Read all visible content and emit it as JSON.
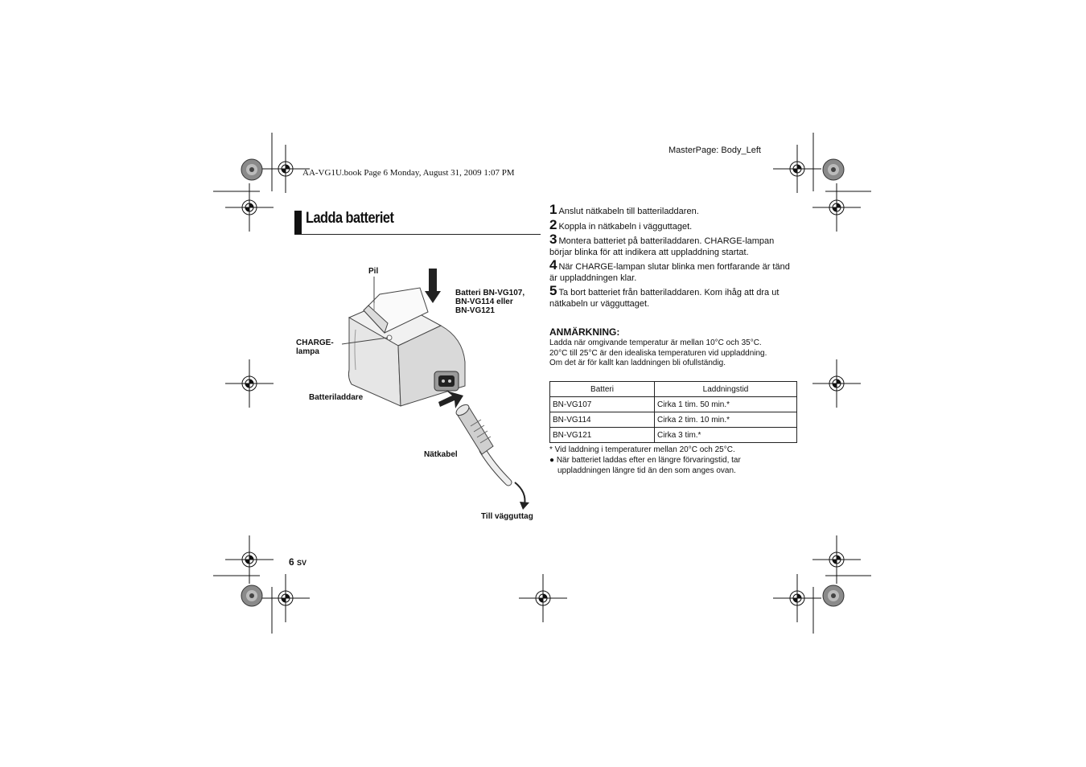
{
  "header": {
    "master_page": "MasterPage: Body_Left",
    "book_info": "AA-VG1U.book  Page 6  Monday, August 31, 2009  1:07 PM"
  },
  "section": {
    "title": "Ladda batteriet"
  },
  "figure": {
    "label_pil": "Pil",
    "label_battery": [
      "Batteri BN-VG107,",
      "BN-VG114 eller",
      "BN-VG121"
    ],
    "label_charge": [
      "CHARGE-",
      "lampa"
    ],
    "label_charger": "Batteriladdare",
    "label_cable": "Nätkabel",
    "label_outlet": "Till vägguttag"
  },
  "steps": [
    {
      "num": "1",
      "text": "Anslut nätkabeln till batteriladdaren."
    },
    {
      "num": "2",
      "text": "Koppla in nätkabeln i vägguttaget."
    },
    {
      "num": "3",
      "text": "Montera batteriet på batteriladdaren. CHARGE-lampan börjar blinka för att indikera att uppladdning startat."
    },
    {
      "num": "4",
      "text": "När CHARGE-lampan slutar blinka men fortfarande är tänd är uppladdningen klar."
    },
    {
      "num": "5",
      "text": "Ta bort batteriet från batteriladdaren. Kom ihåg att dra ut nätkabeln ur vägguttaget."
    }
  ],
  "note": {
    "heading": "ANMÄRKNING:",
    "lines": [
      "Ladda när omgivande temperatur är mellan 10°C och 35°C.",
      "20°C till 25°C är den idealiska temperaturen vid uppladdning.",
      "Om det är för kallt kan laddningen bli ofullständig."
    ]
  },
  "table": {
    "headers": [
      "Batteri",
      "Laddningstid"
    ],
    "rows": [
      [
        "BN-VG107",
        "Cirka 1 tim. 50 min.*"
      ],
      [
        "BN-VG114",
        "Cirka 2 tim. 10 min.*"
      ],
      [
        "BN-VG121",
        "Cirka 3 tim.*"
      ]
    ]
  },
  "footnotes": {
    "asterisk": "*  Vid laddning i temperaturer mellan 20°C och 25°C.",
    "bullet_line1": "● När batteriet laddas efter en längre förvaringstid, tar",
    "bullet_line2": "uppladdningen längre tid än den som anges ovan."
  },
  "page_number": {
    "number": "6",
    "lang": "SV"
  }
}
